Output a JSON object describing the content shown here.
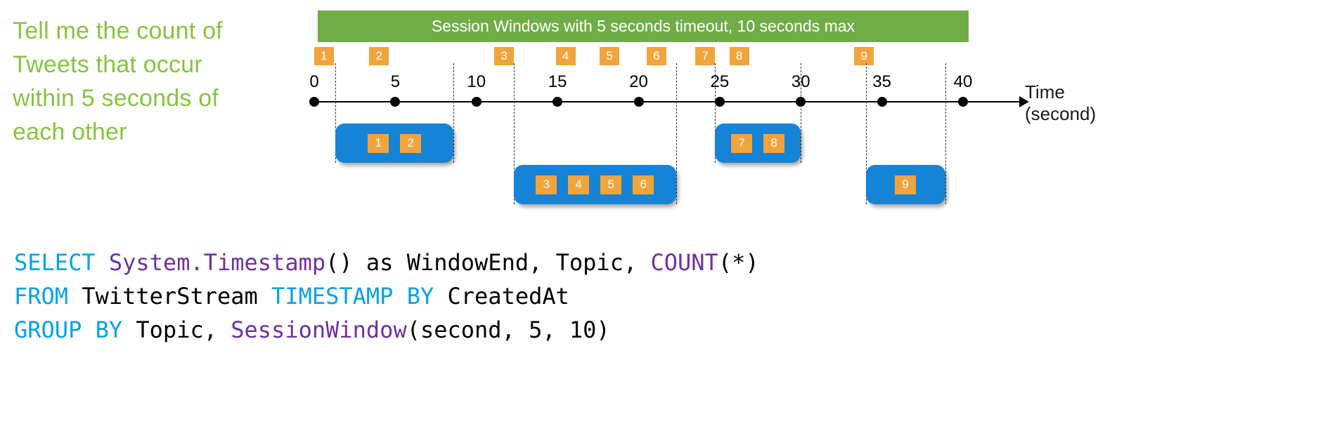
{
  "prompt": {
    "lines": [
      "Tell me the count of",
      "Tweets that occur",
      "within 5 seconds of",
      "each other"
    ]
  },
  "banner": {
    "label": "Session Windows with 5 seconds timeout, 10 seconds max"
  },
  "timeline": {
    "ticks": [
      0,
      5,
      10,
      15,
      20,
      25,
      30,
      35,
      40
    ],
    "axis_label_line1": "Time",
    "axis_label_line2": "(second)"
  },
  "events": [
    {
      "id": "1",
      "time": 0.6
    },
    {
      "id": "2",
      "time": 4.0
    },
    {
      "id": "3",
      "time": 11.7
    },
    {
      "id": "4",
      "time": 15.5
    },
    {
      "id": "5",
      "time": 18.2
    },
    {
      "id": "6",
      "time": 21.1
    },
    {
      "id": "7",
      "time": 24.1
    },
    {
      "id": "8",
      "time": 26.2
    },
    {
      "id": "9",
      "time": 33.9
    }
  ],
  "windows": [
    {
      "events": [
        "1",
        "2"
      ],
      "start": 1.3,
      "end": 8.6,
      "row": "upper"
    },
    {
      "events": [
        "3",
        "4",
        "5",
        "6"
      ],
      "start": 12.3,
      "end": 22.3,
      "row": "lower"
    },
    {
      "events": [
        "7",
        "8"
      ],
      "start": 24.7,
      "end": 30.0,
      "row": "upper"
    },
    {
      "events": [
        "9"
      ],
      "start": 34.0,
      "end": 38.9,
      "row": "lower"
    }
  ],
  "code": {
    "lines": [
      {
        "segments": [
          {
            "text": "SELECT ",
            "style": "keyword"
          },
          {
            "text": "System.Timestamp",
            "style": "function"
          },
          {
            "text": "() as WindowEnd, Topic, ",
            "style": "plain"
          },
          {
            "text": "COUNT",
            "style": "function"
          },
          {
            "text": "(*)",
            "style": "plain"
          }
        ]
      },
      {
        "segments": [
          {
            "text": "FROM ",
            "style": "keyword"
          },
          {
            "text": "TwitterStream ",
            "style": "plain"
          },
          {
            "text": "TIMESTAMP BY ",
            "style": "keyword"
          },
          {
            "text": "CreatedAt",
            "style": "plain"
          }
        ]
      },
      {
        "segments": [
          {
            "text": "GROUP BY ",
            "style": "keyword"
          },
          {
            "text": "Topic, ",
            "style": "plain"
          },
          {
            "text": "SessionWindow",
            "style": "function"
          },
          {
            "text": "(second, 5, 10)",
            "style": "plain"
          }
        ]
      }
    ]
  },
  "colors": {
    "prompt_green": "#86C440",
    "banner_green": "#70AD47",
    "event_orange": "#F2A43C",
    "window_blue": "#1583D6",
    "keyword": "#00A2E8",
    "function": "#7030A0",
    "plain": "#000000"
  }
}
